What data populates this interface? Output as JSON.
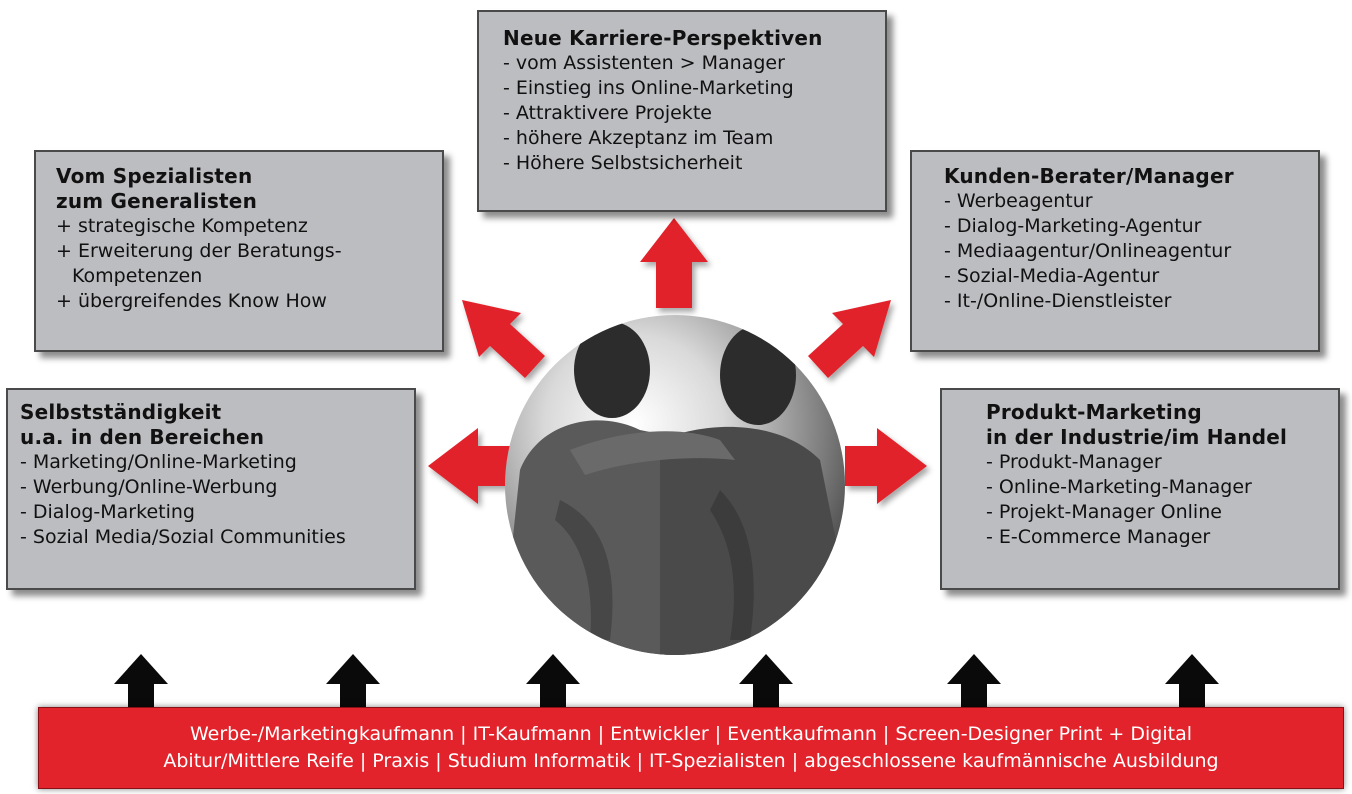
{
  "boxes": {
    "top": {
      "title": [
        "Neue Karriere-Perspektiven"
      ],
      "items": [
        "- vom Assistenten > Manager",
        "- Einstieg ins Online-Marketing",
        "- Attraktivere Projekte",
        "- höhere Akzeptanz im Team",
        "- Höhere Selbstsicherheit"
      ]
    },
    "upper_left": {
      "title": [
        "Vom Spezialisten",
        "zum Generalisten"
      ],
      "items": [
        "+ strategische Kompetenz",
        "+ Erweiterung der Beratungs-",
        "Kompetenzen",
        "+ übergreifendes Know How"
      ]
    },
    "upper_right": {
      "title": [
        "Kunden-Berater/Manager"
      ],
      "items": [
        "- Werbeagentur",
        "- Dialog-Marketing-Agentur",
        "- Mediaagentur/Onlineagentur",
        "- Sozial-Media-Agentur",
        "- It-/Online-Dienstleister"
      ]
    },
    "lower_left": {
      "title": [
        "Selbstständigkeit",
        "u.a. in den Bereichen"
      ],
      "items": [
        "- Marketing/Online-Marketing",
        "- Werbung/Online-Werbung",
        "- Dialog-Marketing",
        "- Sozial Media/Sozial Communities"
      ]
    },
    "lower_right": {
      "title": [
        "Produkt-Marketing",
        "in der Industrie/im Handel"
      ],
      "items": [
        "- Produkt-Manager",
        "- Online-Marketing-Manager",
        "- Projekt-Manager Online",
        "- E-Commerce Manager"
      ]
    }
  },
  "footer": {
    "line1": "Werbe-/Marketingkaufmann | IT-Kaufmann | Entwickler | Eventkaufmann | Screen-Designer Print + Digital",
    "line2": "Abitur/Mittlere Reife | Praxis | Studium Informatik | IT-Spezialisten | abgeschlossene kaufmännische Ausbildung"
  },
  "colors": {
    "box_fill": "#bcbdc1",
    "arrow_red": "#e2232b",
    "arrow_black": "#0a0a0a",
    "footer_fill": "#e2232b",
    "footer_text": "#ffffff"
  },
  "center_image": "two-people-silhouette-globe"
}
